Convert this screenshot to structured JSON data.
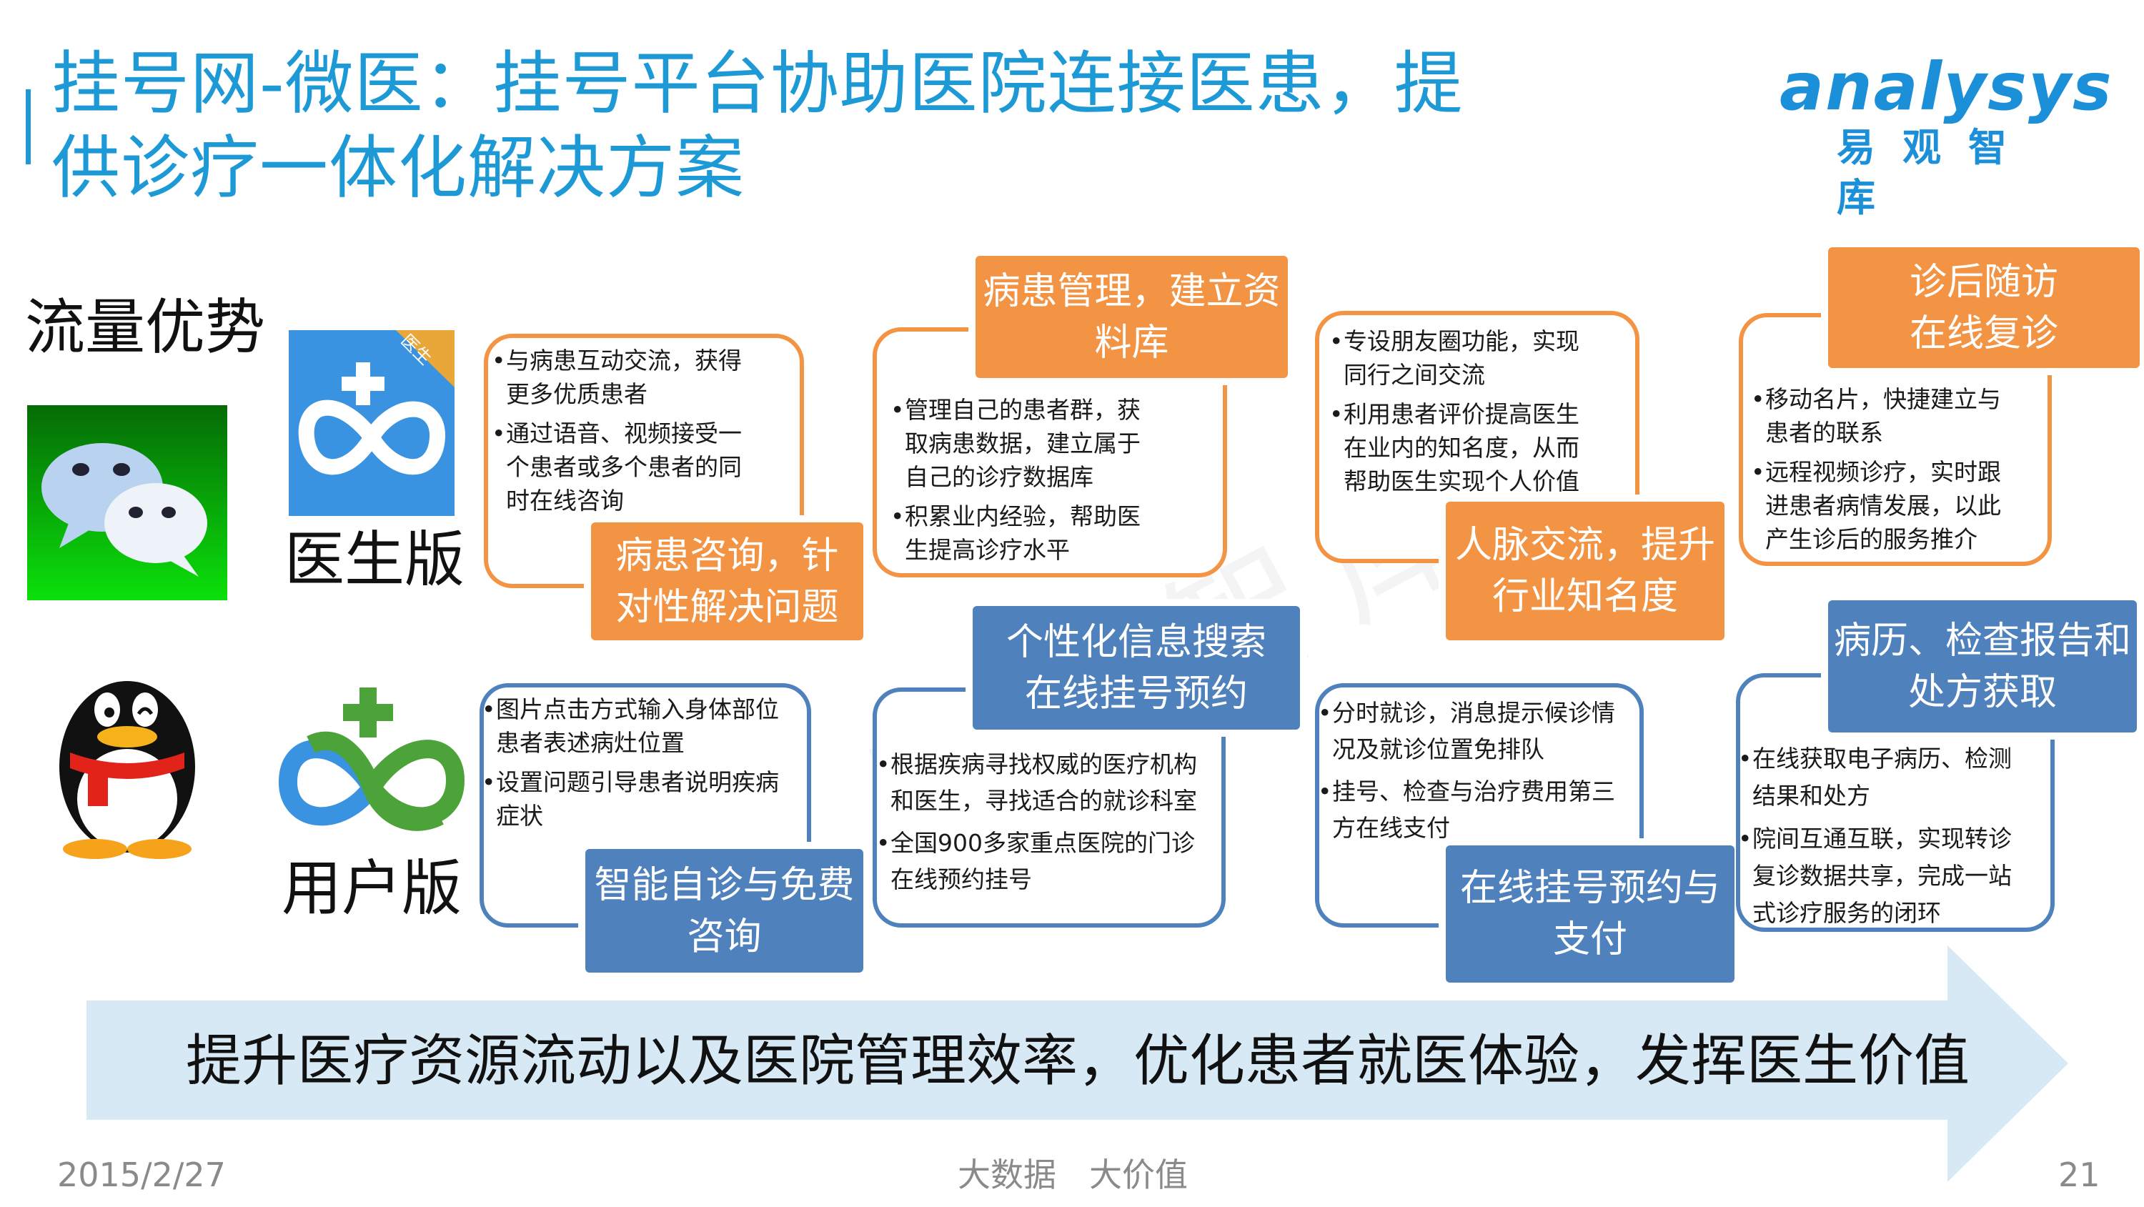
{
  "title": {
    "line1": "挂号网-微医：挂号平台协助医院连接医患，提",
    "line2": "供诊疗一体化解决方案"
  },
  "logo": {
    "en": "analysys",
    "cn": "易观智库"
  },
  "watermark": "易观智库",
  "side": {
    "heading": "流量优势",
    "doctor_version": "医生版",
    "user_version": "用户版",
    "doctor_badge": "医生"
  },
  "doctor_row": [
    {
      "label": [
        "病患咨询，针",
        "对性解决问题"
      ],
      "items": [
        "与病患互动交流，获得更多优质患者",
        "通过语音、视频接受一个患者或多个患者的同时在线咨询"
      ]
    },
    {
      "label": [
        "病患管理，建立资",
        "料库"
      ],
      "items": [
        "管理自己的患者群，获取病患数据，建立属于自己的诊疗数据库",
        "积累业内经验，帮助医生提高诊疗水平"
      ]
    },
    {
      "label": [
        "人脉交流，提升",
        "行业知名度"
      ],
      "items": [
        "专设朋友圈功能，实现同行之间交流",
        "利用患者评价提高医生在业内的知名度，从而帮助医生实现个人价值"
      ]
    },
    {
      "label": [
        "诊后随访",
        "在线复诊"
      ],
      "items": [
        "移动名片，快捷建立与患者的联系",
        "远程视频诊疗，实时跟进患者病情发展，以此产生诊后的服务推介"
      ]
    }
  ],
  "user_row": [
    {
      "label": [
        "智能自诊与免费",
        "咨询"
      ],
      "items": [
        "图片点击方式输入身体部位患者表述病灶位置",
        "设置问题引导患者说明疾病症状"
      ]
    },
    {
      "label": [
        "个性化信息搜索",
        "在线挂号预约"
      ],
      "items": [
        "根据疾病寻找权威的医疗机构和医生，寻找适合的就诊科室",
        "全国900多家重点医院的门诊在线预约挂号"
      ]
    },
    {
      "label": [
        "在线挂号预约与",
        "支付"
      ],
      "items": [
        "分时就诊，消息提示候诊情况及就诊位置免排队",
        "挂号、检查与治疗费用第三方在线支付"
      ]
    },
    {
      "label": [
        "病历、检查报告和",
        "处方获取"
      ],
      "items": [
        "在线获取电子病历、检测结果和处方",
        "院间互通互联，实现转诊复诊数据共享，完成一站式诊疗服务的闭环"
      ]
    }
  ],
  "slogan": "提升医疗资源流动以及医院管理效率，优化患者就医体验，发挥医生价值",
  "footer": {
    "date": "2015/2/27",
    "center": "大数据　大价值",
    "page": "21"
  },
  "colors": {
    "title": "#1d9ad6",
    "orange": "#f29443",
    "blue": "#4f81bd",
    "arrow": "#d7e9f4"
  }
}
